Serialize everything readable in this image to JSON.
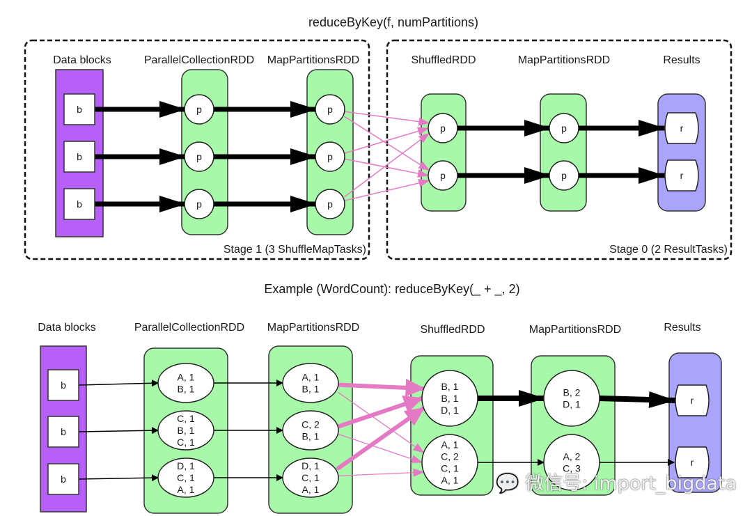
{
  "colors": {
    "data_block_fill": "#b660f7",
    "rdd_fill": "#a7f8a8",
    "result_fill": "#aaa5fb",
    "node_fill": "#ffffff",
    "shuffle_edge": "#e57ac4",
    "edge": "#000000",
    "stroke": "#333333"
  },
  "top": {
    "title": "reduceByKey(f, numPartitions)",
    "stage1_label": "Stage 1 (3 ShuffleMapTasks)",
    "stage0_label": "Stage 0 (2 ResultTasks)",
    "columns": [
      {
        "id": "data",
        "label": "Data blocks",
        "nodes": [
          "b",
          "b",
          "b"
        ]
      },
      {
        "id": "pc",
        "label": "ParallelCollectionRDD",
        "nodes": [
          "p",
          "p",
          "p"
        ]
      },
      {
        "id": "mp1",
        "label": "MapPartitionsRDD",
        "nodes": [
          "p",
          "p",
          "p"
        ]
      },
      {
        "id": "sh",
        "label": "ShuffledRDD",
        "nodes": [
          "p",
          "p"
        ]
      },
      {
        "id": "mp2",
        "label": "MapPartitionsRDD",
        "nodes": [
          "p",
          "p"
        ]
      },
      {
        "id": "res",
        "label": "Results",
        "nodes": [
          "r",
          "r"
        ]
      }
    ],
    "edges": [
      {
        "from": "data.0",
        "to": "pc.0",
        "type": "narrow"
      },
      {
        "from": "data.1",
        "to": "pc.1",
        "type": "narrow"
      },
      {
        "from": "data.2",
        "to": "pc.2",
        "type": "narrow"
      },
      {
        "from": "pc.0",
        "to": "mp1.0",
        "type": "narrow"
      },
      {
        "from": "pc.1",
        "to": "mp1.1",
        "type": "narrow"
      },
      {
        "from": "pc.2",
        "to": "mp1.2",
        "type": "narrow"
      },
      {
        "from": "mp1.0",
        "to": "sh.0",
        "type": "shuffle"
      },
      {
        "from": "mp1.0",
        "to": "sh.1",
        "type": "shuffle"
      },
      {
        "from": "mp1.1",
        "to": "sh.0",
        "type": "shuffle"
      },
      {
        "from": "mp1.1",
        "to": "sh.1",
        "type": "shuffle"
      },
      {
        "from": "mp1.2",
        "to": "sh.0",
        "type": "shuffle"
      },
      {
        "from": "mp1.2",
        "to": "sh.1",
        "type": "shuffle"
      },
      {
        "from": "sh.0",
        "to": "mp2.0",
        "type": "narrow"
      },
      {
        "from": "sh.1",
        "to": "mp2.1",
        "type": "narrow"
      },
      {
        "from": "mp2.0",
        "to": "res.0",
        "type": "narrow"
      },
      {
        "from": "mp2.1",
        "to": "res.1",
        "type": "narrow"
      }
    ]
  },
  "bottom": {
    "title": "Example (WordCount): reduceByKey(_ + _, 2)",
    "columns": [
      {
        "id": "data",
        "label": "Data blocks",
        "nodes": [
          [
            "b"
          ],
          [
            "b"
          ],
          [
            "b"
          ]
        ]
      },
      {
        "id": "pc",
        "label": "ParallelCollectionRDD",
        "nodes": [
          [
            "A, 1",
            "B, 1"
          ],
          [
            "C, 1",
            "B, 1",
            "C, 1"
          ],
          [
            "D, 1",
            "C, 1",
            "A, 1"
          ]
        ]
      },
      {
        "id": "mp1",
        "label": "MapPartitionsRDD",
        "nodes": [
          [
            "A, 1",
            "B, 1"
          ],
          [
            "C, 2",
            "B, 1"
          ],
          [
            "D, 1",
            "C, 1",
            "A, 1"
          ]
        ]
      },
      {
        "id": "sh",
        "label": "ShuffledRDD",
        "nodes": [
          [
            "B, 1",
            "B, 1",
            "D, 1"
          ],
          [
            "A, 1",
            "C, 2",
            "C, 1",
            "A, 1"
          ]
        ]
      },
      {
        "id": "mp2",
        "label": "MapPartitionsRDD",
        "nodes": [
          [
            "B, 2",
            "D, 1"
          ],
          [
            "A, 2",
            "C, 3"
          ]
        ]
      },
      {
        "id": "res",
        "label": "Results",
        "nodes": [
          [
            "r"
          ],
          [
            "r"
          ]
        ]
      }
    ],
    "edges": [
      {
        "from": "data.0",
        "to": "pc.0",
        "type": "thin"
      },
      {
        "from": "data.1",
        "to": "pc.1",
        "type": "thin"
      },
      {
        "from": "data.2",
        "to": "pc.2",
        "type": "thin"
      },
      {
        "from": "pc.0",
        "to": "mp1.0",
        "type": "thin"
      },
      {
        "from": "pc.1",
        "to": "mp1.1",
        "type": "thin"
      },
      {
        "from": "pc.2",
        "to": "mp1.2",
        "type": "thin"
      },
      {
        "from": "mp1.0",
        "to": "sh.0",
        "type": "shuffle-thick"
      },
      {
        "from": "mp1.0",
        "to": "sh.1",
        "type": "shuffle-thin"
      },
      {
        "from": "mp1.1",
        "to": "sh.0",
        "type": "shuffle-thick"
      },
      {
        "from": "mp1.1",
        "to": "sh.1",
        "type": "shuffle-thin"
      },
      {
        "from": "mp1.2",
        "to": "sh.0",
        "type": "shuffle-thick"
      },
      {
        "from": "mp1.2",
        "to": "sh.1",
        "type": "shuffle-thin"
      },
      {
        "from": "sh.0",
        "to": "mp2.0",
        "type": "thick"
      },
      {
        "from": "sh.1",
        "to": "mp2.1",
        "type": "thin"
      },
      {
        "from": "mp2.0",
        "to": "res.0",
        "type": "thick"
      },
      {
        "from": "mp2.1",
        "to": "res.1",
        "type": "thin"
      }
    ]
  },
  "watermark": "微信号: import_bigdata"
}
